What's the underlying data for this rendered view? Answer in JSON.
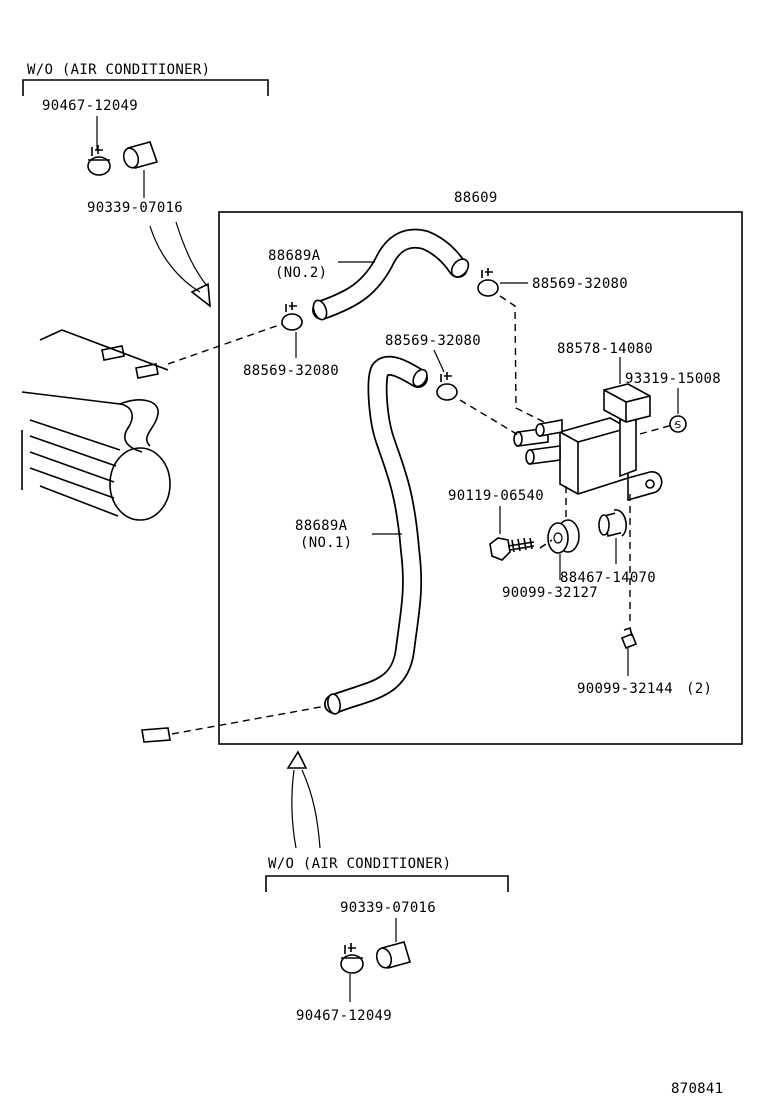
{
  "top_group": {
    "header": "W/O (AIR CONDITIONER)",
    "clamp_part": "90467-12049",
    "hose_part": "90339-07016"
  },
  "box_part": "88609",
  "parts": {
    "hose_no2_part": "88689A",
    "hose_no2_note": "(NO.2)",
    "clamp_a": "88569-32080",
    "clamp_b": "88569-32080",
    "clamp_c": "88569-32080",
    "filter_part": "88578-14080",
    "sticker_part": "93319-15008",
    "sticker_symbol": "S",
    "bolt_part": "90119-06540",
    "hose_no1_part": "88689A",
    "hose_no1_note": "(NO.1)",
    "collar_part": "88467-14070",
    "grommet_part": "90099-32127",
    "screw_part": "90099-32144",
    "screw_qty": "(2)"
  },
  "bottom_group": {
    "header": "W/O (AIR CONDITIONER)",
    "hose_part": "90339-07016",
    "clamp_part": "90467-12049"
  },
  "figure_number": "870841"
}
